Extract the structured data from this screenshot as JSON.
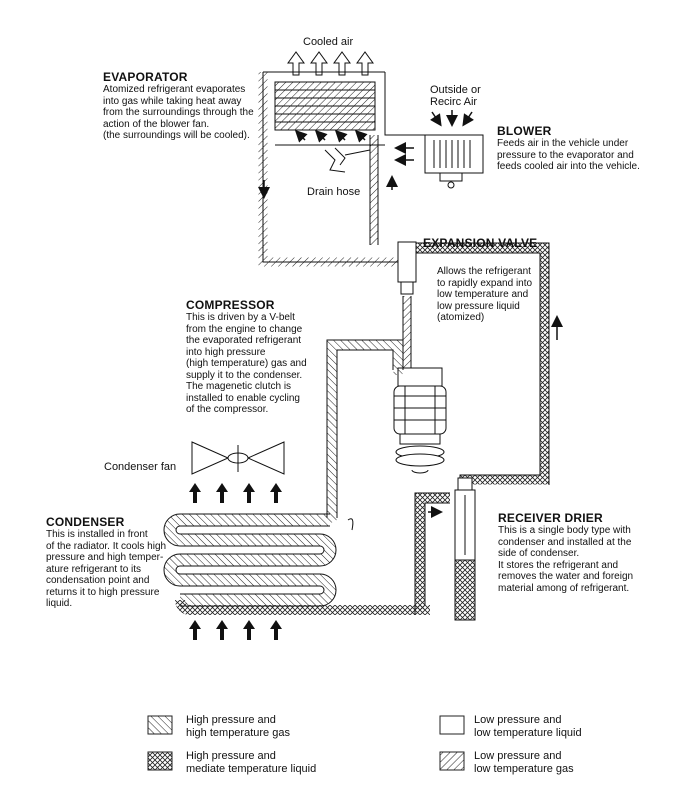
{
  "labels": {
    "cooled_air": "Cooled air",
    "outside_air": "Outside or\nRecirc Air",
    "drain_hose": "Drain hose",
    "condenser_fan": "Condenser fan"
  },
  "components": {
    "evaporator": {
      "title": "EVAPORATOR",
      "text": "Atomized refrigerant evaporates\ninto gas while taking heat away\nfrom the surroundings through the\naction of the blower fan.\n(the surroundings will be cooled)."
    },
    "blower": {
      "title": "BLOWER",
      "text": "Feeds air in the vehicle under\npressure to the evaporator and\nfeeds cooled air into the vehicle."
    },
    "expansion_valve": {
      "title": "EXPANSION VALVE",
      "text": "Allows the refrigerant\nto rapidly expand into\nlow temperature and\nlow pressure liquid\n(atomized)"
    },
    "compressor": {
      "title": "COMPRESSOR",
      "text": "This is driven by a V-belt\nfrom the engine to change\nthe evaporated refrigerant\ninto high pressure\n(high temperature) gas and\nsupply it to the condenser.\nThe magenetic clutch is\ninstalled to enable cycling\nof the compressor."
    },
    "condenser": {
      "title": "CONDENSER",
      "text": "This is installed in front\nof the radiator. It cools high\npressure and high temper-\nature refrigerant to its\ncondensation point and\nreturns it to high pressure\nliquid."
    },
    "receiver_drier": {
      "title": "RECEIVER DRIER",
      "text": "This is a single body type with\ncondenser and installed at the\nside of condenser.\nIt stores the refrigerant and\nremoves the water and foreign\nmaterial among of refrigerant."
    }
  },
  "legend": [
    {
      "pattern": "hatch-back",
      "label": "High pressure and\nhigh temperature gas"
    },
    {
      "pattern": "none",
      "label": "Low pressure and\nlow temperature liquid"
    },
    {
      "pattern": "crosshatch",
      "label": "High pressure and\nmediate temperature liquid"
    },
    {
      "pattern": "hatch-fwd",
      "label": "Low pressure and\nlow temperature gas"
    }
  ]
}
